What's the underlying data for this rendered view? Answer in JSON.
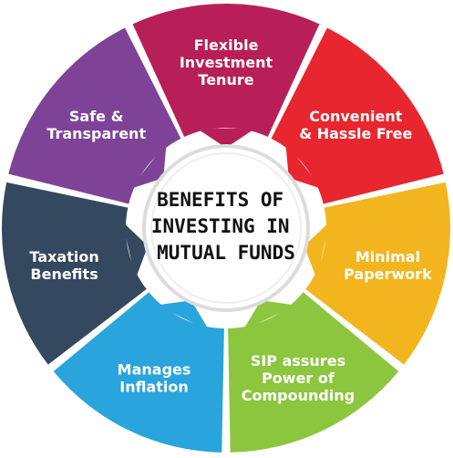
{
  "center": {
    "lines": [
      "BENEFITS OF",
      "INVESTING IN",
      "MUTUAL FUNDS"
    ]
  },
  "segments": [
    {
      "lines": [
        "Flexible",
        "Investment",
        "Tenure"
      ],
      "color": "#B81F58"
    },
    {
      "lines": [
        "Convenient",
        "& Hassle Free"
      ],
      "color": "#E8262F"
    },
    {
      "lines": [
        "Minimal",
        "Paperwork"
      ],
      "color": "#F2B51E"
    },
    {
      "lines": [
        "SIP assures",
        "Power of",
        "Compounding"
      ],
      "color": "#8CC63E"
    },
    {
      "lines": [
        "Manages",
        "Inflation"
      ],
      "color": "#2AA4DC"
    },
    {
      "lines": [
        "Taxation",
        "Benefits"
      ],
      "color": "#34485F"
    },
    {
      "lines": [
        "Safe &",
        "Transparent"
      ],
      "color": "#7E4397"
    }
  ]
}
